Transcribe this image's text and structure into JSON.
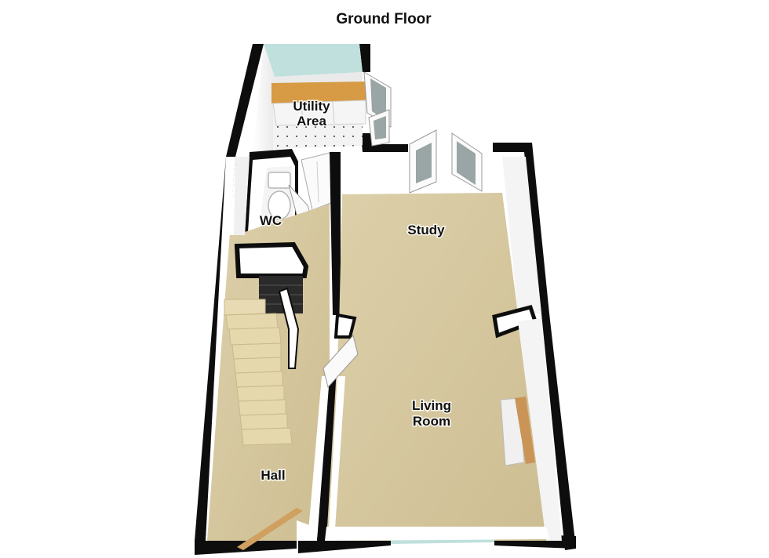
{
  "plan": {
    "title": "Ground Floor",
    "rooms": {
      "utility_line1": "Utility",
      "utility_line2": "Area",
      "wc": "WC",
      "study": "Study",
      "living_line1": "Living",
      "living_line2": "Room",
      "hall": "Hall"
    }
  },
  "colors": {
    "wall": "#0d0d0d",
    "wall_face": "#ffffff",
    "carpet": "#d8c9a1",
    "tile_floor": "#f1f1f1",
    "stairs": "#e6d8ad",
    "worktop": "#d79a45",
    "glass": "#bfe0dc",
    "fireplace_wood": "#c99456"
  }
}
